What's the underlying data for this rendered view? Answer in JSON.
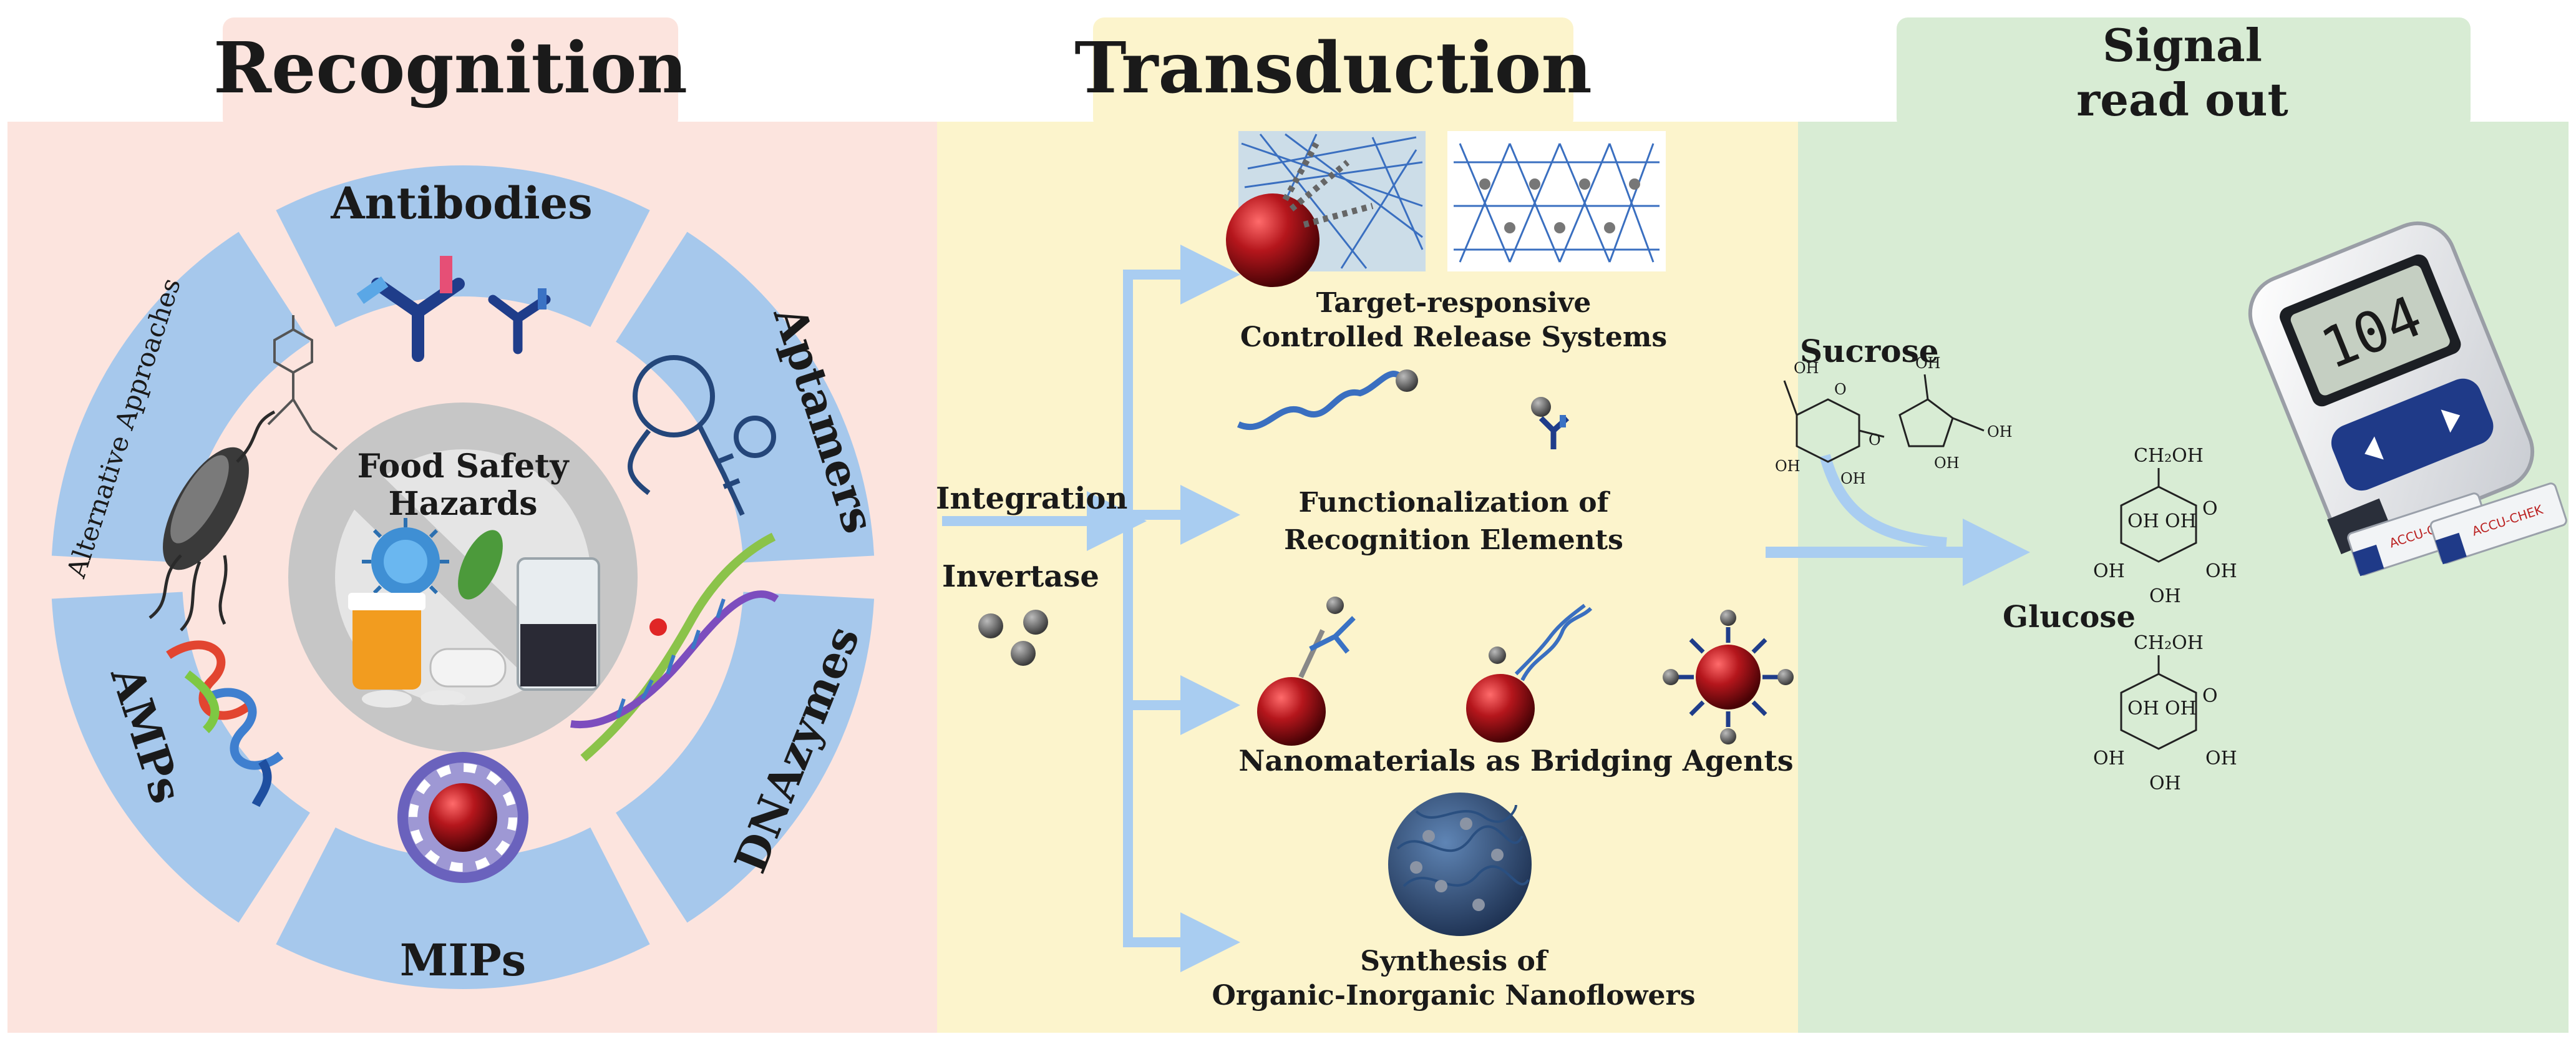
{
  "colors": {
    "recognition_bg": "#fce4de",
    "transduction_bg": "#fcf4cc",
    "readout_bg": "#d8ecd4",
    "ring_blue": "#a6c8ec",
    "arrow_blue": "#a9cdf1",
    "hub_gray": "#c6c6c6",
    "mip_red": "#9b1116",
    "mip_violet": "#6a62bd"
  },
  "headers": {
    "recognition": "Recognition",
    "transduction": "Transduction",
    "readout_line1": "Signal",
    "readout_line2": "read out"
  },
  "recognition": {
    "center_line1": "Food Safety",
    "center_line2": "Hazards",
    "segments": {
      "antibodies": "Antibodies",
      "aptamers": "Aptamers",
      "dnazymes": "DNAzymes",
      "mips": "MIPs",
      "amps": "AMPs",
      "alternative": "Alternative Approaches"
    }
  },
  "transduction": {
    "integration": "Integration",
    "invertase": "Invertase",
    "items": {
      "controlled_release_1": "Target-responsive",
      "controlled_release_2": "Controlled Release Systems",
      "functionalization_1": "Functionalization of",
      "functionalization_2": "Recognition Elements",
      "nanomaterials": "Nanomaterials as Bridging Agents",
      "nanoflowers_1": "Synthesis of",
      "nanoflowers_2": "Organic-Inorganic Nanoflowers"
    }
  },
  "readout": {
    "sucrose": "Sucrose",
    "glucose": "Glucose",
    "ch2oh": "CH₂OH",
    "oh": "OH",
    "o": "O",
    "meter_display": "104",
    "strip_brand": "ACCU-CHEK"
  }
}
